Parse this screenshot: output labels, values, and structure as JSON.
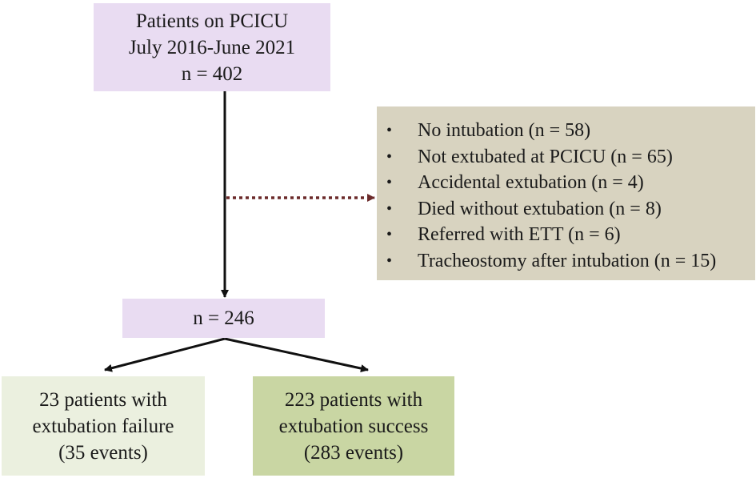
{
  "top_box": {
    "line1": "Patients on PCICU",
    "line2": "July 2016-June 2021",
    "line3": "n = 402"
  },
  "exclusions": [
    {
      "text": "No intubation (n = 58)"
    },
    {
      "text": "Not extubated at PCICU (n = 65)"
    },
    {
      "text": "Accidental extubation (n = 4)"
    },
    {
      "text": "Died without extubation (n = 8)"
    },
    {
      "text": "Referred with ETT (n = 6)"
    },
    {
      "text": "Tracheostomy after intubation (n = 15)"
    }
  ],
  "bullet_char": "•",
  "middle_box": {
    "text": "n = 246"
  },
  "failure_box": {
    "line1": "23 patients with",
    "line2": "extubation failure",
    "line3": "(35 events)"
  },
  "success_box": {
    "line1": "223 patients with",
    "line2": "extubation success",
    "line3": "(283 events)"
  },
  "colors": {
    "lavender": "#e9dcf2",
    "beige": "#d8d3c0",
    "pale_green": "#ebf0df",
    "olive_green": "#c9d6a3",
    "dotted_arrow": "#6b2a2a",
    "solid_arrow": "#111111"
  }
}
